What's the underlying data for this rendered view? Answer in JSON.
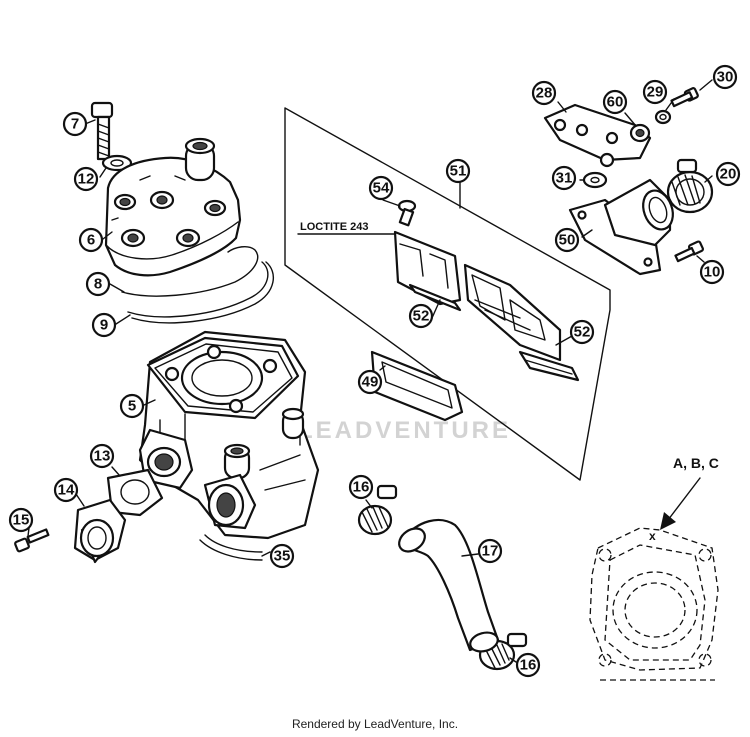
{
  "callouts": {
    "c7": "7",
    "c12": "12",
    "c6": "6",
    "c8": "8",
    "c9": "9",
    "c5": "5",
    "c13": "13",
    "c14": "14",
    "c15": "15",
    "c35": "35",
    "c16a": "16",
    "c17": "17",
    "c16b": "16",
    "c51": "51",
    "c54": "54",
    "c52a": "52",
    "c52b": "52",
    "c49": "49",
    "c28": "28",
    "c60": "60",
    "c29": "29",
    "c30": "30",
    "c31": "31",
    "c20": "20",
    "c50": "50",
    "c10": "10"
  },
  "loctite_label": "LOCTITE 243",
  "detail_label": "A, B, C",
  "detail_mark": "x",
  "watermark": "LEADVENTURE",
  "footer": "Rendered by LeadVenture, Inc."
}
